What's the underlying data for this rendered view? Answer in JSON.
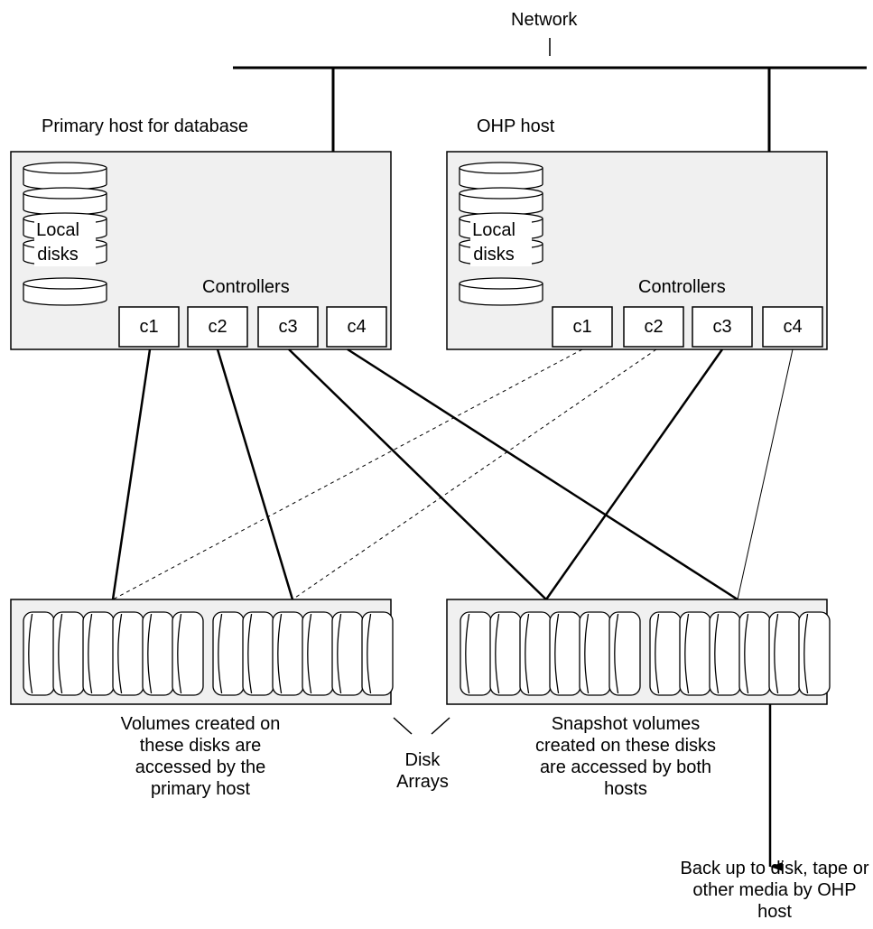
{
  "labels": {
    "network": "Network",
    "primary_host": "Primary host for database",
    "ohp_host": "OHP host",
    "primary_controllers": "Controllers",
    "ohp_controllers": "Controllers",
    "primary_local_disks_line1": "Local",
    "primary_local_disks_line2": "disks",
    "ohp_local_disks_line1": "Local",
    "ohp_local_disks_line2": "disks",
    "primary_array_caption": "Volumes created on these disks are accessed by the primary host",
    "disk_arrays": "Disk Arrays",
    "snapshot_array_caption": "Snapshot volumes created on these disks are accessed by both hosts",
    "backup": "Back up to disk, tape or other media by OHP host"
  },
  "primary_controllers": [
    "c1",
    "c2",
    "c3",
    "c4"
  ],
  "ohp_controllers": [
    "c1",
    "c2",
    "c3",
    "c4"
  ]
}
